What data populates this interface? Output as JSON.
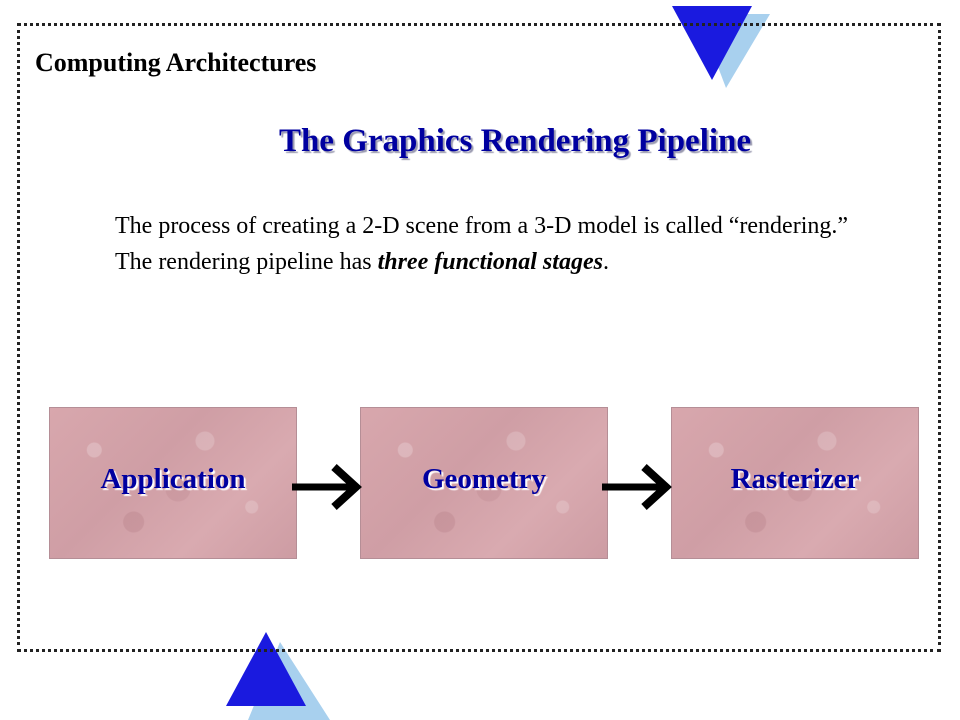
{
  "header": {
    "course_title": "Computing Architectures"
  },
  "slide": {
    "title": "The Graphics Rendering Pipeline",
    "body": {
      "part1": "The process of creating a 2-D scene from a 3-D model is called “rendering.”  The rendering pipeline has ",
      "emphasis": "three functional stages",
      "part2": "."
    }
  },
  "pipeline": {
    "stages": [
      {
        "label": "Application"
      },
      {
        "label": "Geometry"
      },
      {
        "label": "Rasterizer"
      }
    ]
  },
  "colors": {
    "title": "#0000a0",
    "triangle_primary": "#1a1adf",
    "triangle_shadow": "#a8d0ee",
    "stage_fill": "#d4a3a9"
  },
  "icons": {
    "top_decoration": "down-triangle-icon",
    "bottom_decoration": "up-triangle-icon",
    "connector": "right-arrow-icon"
  }
}
